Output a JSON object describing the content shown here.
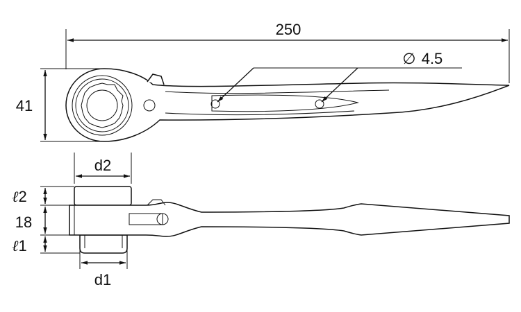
{
  "dimensions": {
    "length": "250",
    "width": "41",
    "hole": "4.5",
    "hole_symbol": "∅",
    "thickness": "18",
    "d1": "d1",
    "d2": "d2",
    "l1_symbol": "ℓ",
    "l1_index": "1",
    "l2_symbol": "ℓ",
    "l2_index": "2"
  }
}
